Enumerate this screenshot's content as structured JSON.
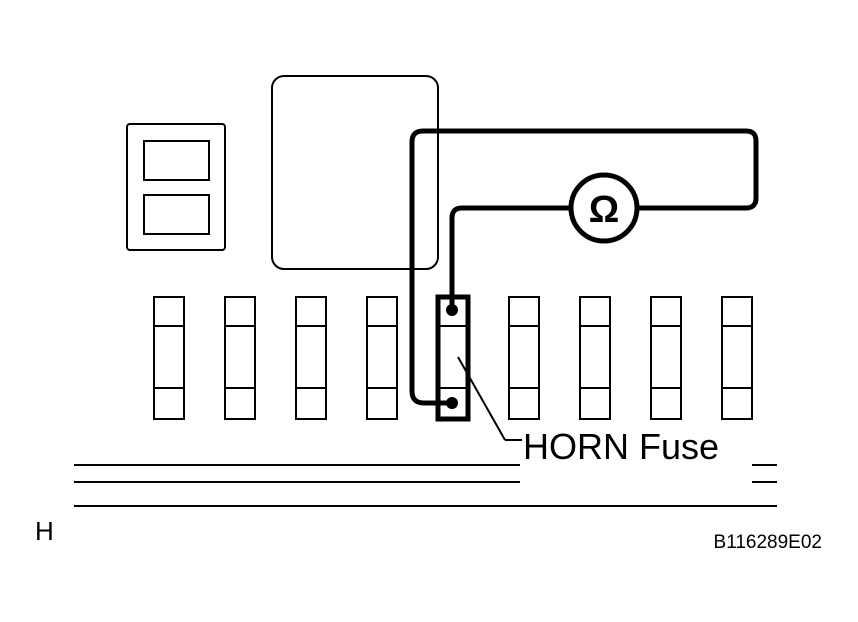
{
  "diagram": {
    "fuse_label": "HORN Fuse",
    "meter_symbol": "Ω",
    "corner_letter": "H",
    "figure_code": "B116289E02",
    "fuse_count": 9,
    "highlighted_fuse_index": 4,
    "colors": {
      "line": "#000000",
      "background": "#ffffff"
    }
  }
}
